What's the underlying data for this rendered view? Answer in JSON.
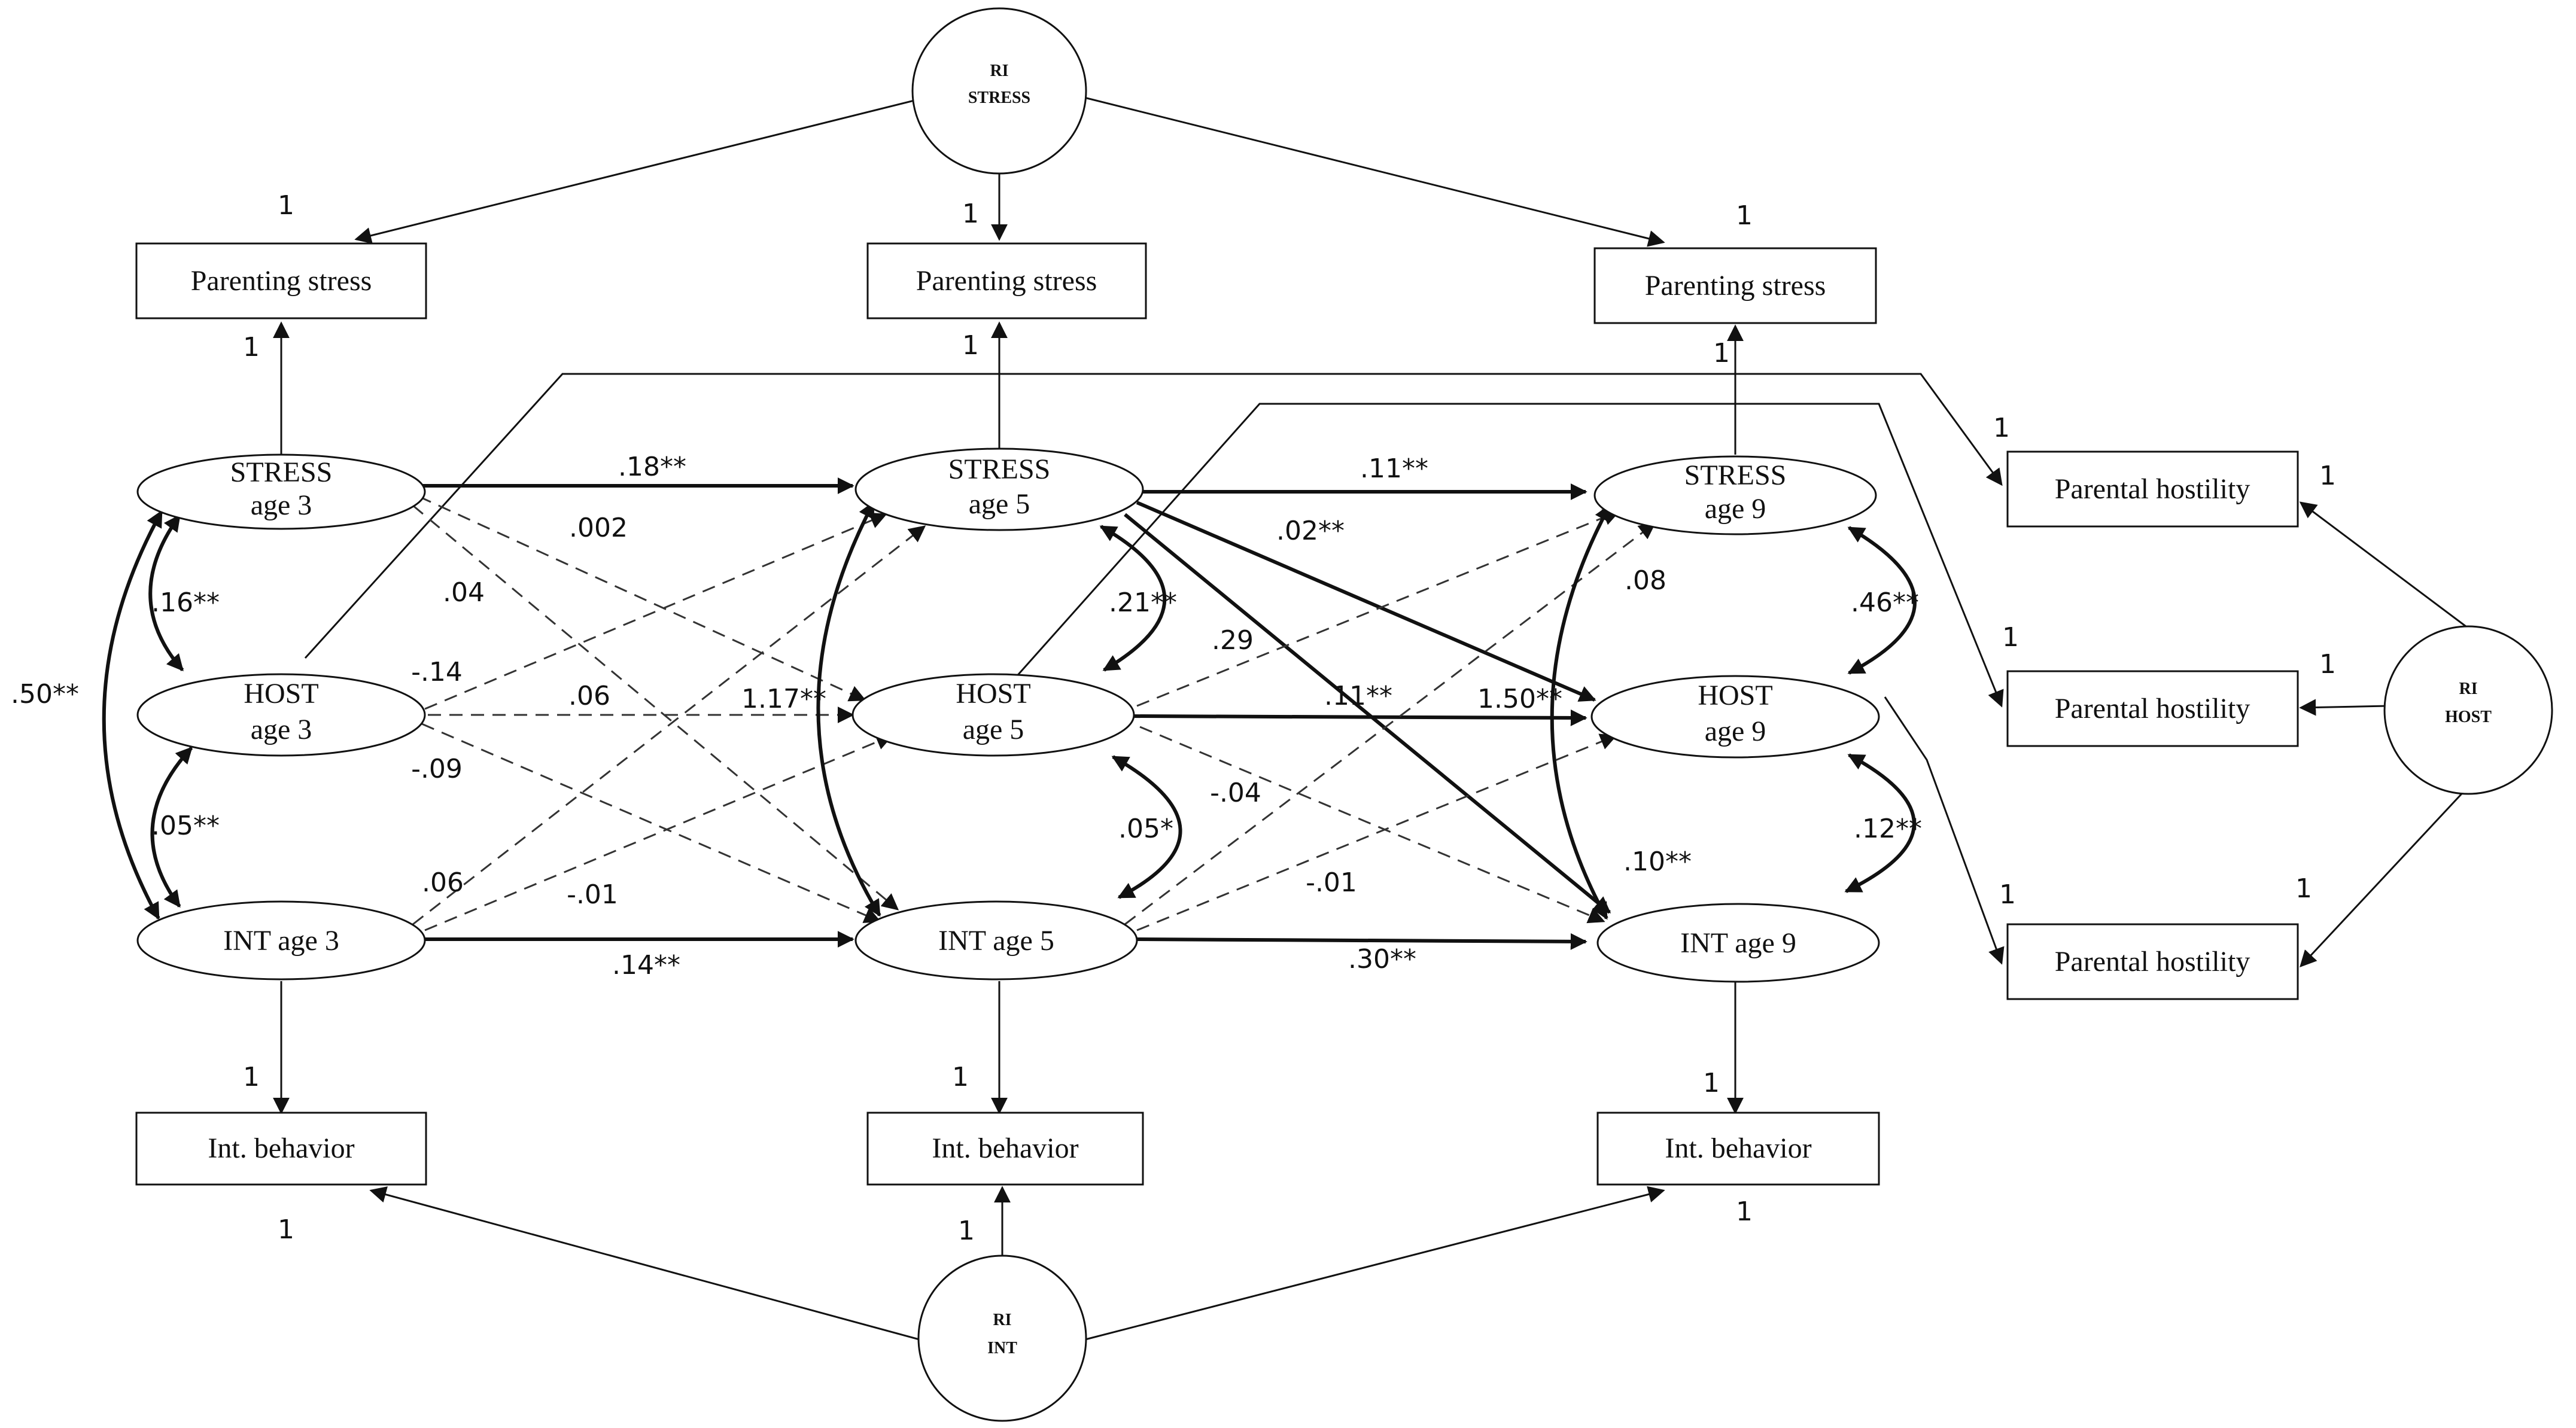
{
  "random_intercepts": {
    "stress": [
      "RI",
      "STRESS"
    ],
    "host": [
      "RI",
      "HOST"
    ],
    "int": [
      "RI",
      "INT"
    ]
  },
  "indicators": {
    "parenting_stress": [
      "Parenting stress",
      "Parenting stress",
      "Parenting stress"
    ],
    "int_behavior": [
      "Int. behavior",
      "Int. behavior",
      "Int. behavior"
    ],
    "parental_hostility": [
      "Parental hostility",
      "Parental hostility",
      "Parental hostility"
    ]
  },
  "latents": {
    "stress": [
      [
        "STRESS",
        "age 3"
      ],
      [
        "STRESS",
        "age 5"
      ],
      [
        "STRESS",
        "age 9"
      ]
    ],
    "host": [
      [
        "HOST",
        "age 3"
      ],
      [
        "HOST",
        "age 5"
      ],
      [
        "HOST",
        "age 9"
      ]
    ],
    "int": [
      "INT age 3",
      "INT age 5",
      "INT age 9"
    ]
  },
  "loadings": {
    "ri_stress": [
      "1",
      "1",
      "1"
    ],
    "stress_to_indicator": [
      "1",
      "1",
      "1"
    ],
    "ri_host": [
      "1",
      "1",
      "1"
    ],
    "host_to_indicator": [
      "1",
      "1",
      "1"
    ],
    "int_to_indicator": [
      "1",
      "1",
      "1"
    ],
    "ri_int": [
      "1",
      "1",
      "1"
    ]
  },
  "coefficients": {
    "stress3_stress5": ".18**",
    "stress5_stress9": ".11**",
    "host5_host9": ".11**",
    "int3_int5": ".14**",
    "int5_int9": ".30**",
    "stress3_host5": ".002",
    "stress3_int5": ".04",
    "host3_stress5": "-.14",
    "host3_host5": ".06",
    "host3_int5": "-.09",
    "int3_stress5": ".06",
    "int3_host5": "-.01",
    "host_int_5_cov": "1.17**",
    "host_int_9_cov": "1.50**",
    "stress5_host9": ".02**",
    "stress5_int9": ".10**",
    "int5_stress9": ".08",
    "host5_int9": "-.01",
    "host5_stress9": ".29",
    "int5_host9": "-.04",
    "cov_stress_host_3": ".16**",
    "cov_host_int_3": ".05**",
    "cov_stress_int_3": ".50**",
    "cov_stress_host_5": ".21**",
    "cov_host_int_5": ".05*",
    "cov_stress_host_9": ".46**",
    "cov_host_int_9": ".12**"
  }
}
